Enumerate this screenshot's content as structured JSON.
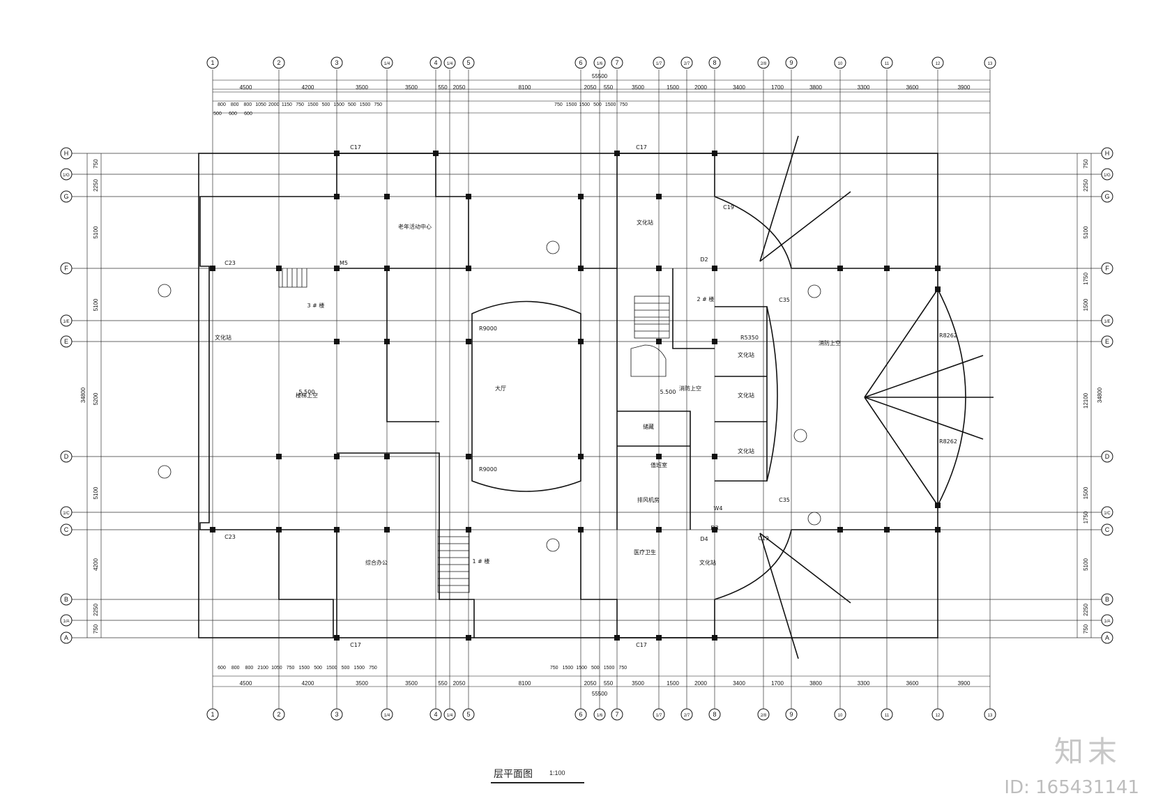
{
  "colors": {
    "ink": "#111111",
    "watermark": "#c8c8c8"
  },
  "drawing": {
    "title": "层平面图",
    "scale": "1:100",
    "total_width": "55500",
    "total_depth": "34800"
  },
  "axes_x": [
    "1",
    "2",
    "3",
    "1/4",
    "4",
    "1/4",
    "5",
    "6",
    "1/6",
    "7",
    "1/7",
    "2/7",
    "8",
    "2/8",
    "9",
    "10",
    "11",
    "12",
    "13"
  ],
  "axes_y": [
    "A",
    "1/A",
    "B",
    "C",
    "1/C",
    "D",
    "E",
    "1/E",
    "F",
    "G",
    "1/G",
    "H"
  ],
  "dims_top_main": [
    "4500",
    "4200",
    "3500",
    "3500",
    "550",
    "2050",
    "8100",
    "2050",
    "550",
    "3500",
    "1500",
    "2000",
    "3400",
    "1700",
    "3800",
    "3300",
    "3600",
    "3900"
  ],
  "dims_top_sub": [
    "800",
    "800",
    "800",
    "1050",
    "2000",
    "1150",
    "750",
    "1500",
    "500",
    "1500",
    "500",
    "1500",
    "750",
    "750",
    "1500",
    "1500",
    "500",
    "1500",
    "750"
  ],
  "dims_top_sub2": [
    "500",
    "600",
    "600"
  ],
  "dims_bottom_main": [
    "4500",
    "4200",
    "3500",
    "3500",
    "550",
    "2050",
    "8100",
    "2050",
    "550",
    "3500",
    "1500",
    "2000",
    "3400",
    "1700",
    "3800",
    "3300",
    "3600",
    "3900"
  ],
  "dims_bottom_sub": [
    "600",
    "800",
    "800",
    "2100",
    "1050",
    "750",
    "1500",
    "500",
    "1500",
    "500",
    "1500",
    "750",
    "750",
    "1500",
    "1500",
    "500",
    "1500",
    "750"
  ],
  "dims_left": [
    "750",
    "2250",
    "5100",
    "5100",
    "5200",
    "5100",
    "4200",
    "2250",
    "750"
  ],
  "dims_right": [
    "750",
    "2250",
    "5100",
    "1750",
    "1500",
    "12100",
    "1500",
    "1750",
    "5100",
    "2250",
    "750"
  ],
  "rooms": [
    "老年活动中心",
    "文化站",
    "文化站",
    "消防上空",
    "文化站",
    "文化站",
    "文化站",
    "文化站",
    "医疗卫生",
    "综合办公",
    "储藏",
    "值班室",
    "排风机房",
    "大厅",
    "楼梯上空",
    "消防上空"
  ],
  "labels": {
    "stair1": "1 # 楼",
    "stair2": "2 # 楼",
    "stair3": "3 # 楼",
    "level1": "5.500",
    "level2": "5.500",
    "w4": "W4",
    "d2": "D2",
    "d3": "D3",
    "d4": "D4",
    "m5": "M5",
    "c17": "C17",
    "c19": "C19",
    "c23": "C23",
    "c35": "C35",
    "r9000": "R9000",
    "r5350": "R5350",
    "r8262": "R8262"
  },
  "watermark": {
    "brand": "知末",
    "id": "ID: 165431141"
  }
}
